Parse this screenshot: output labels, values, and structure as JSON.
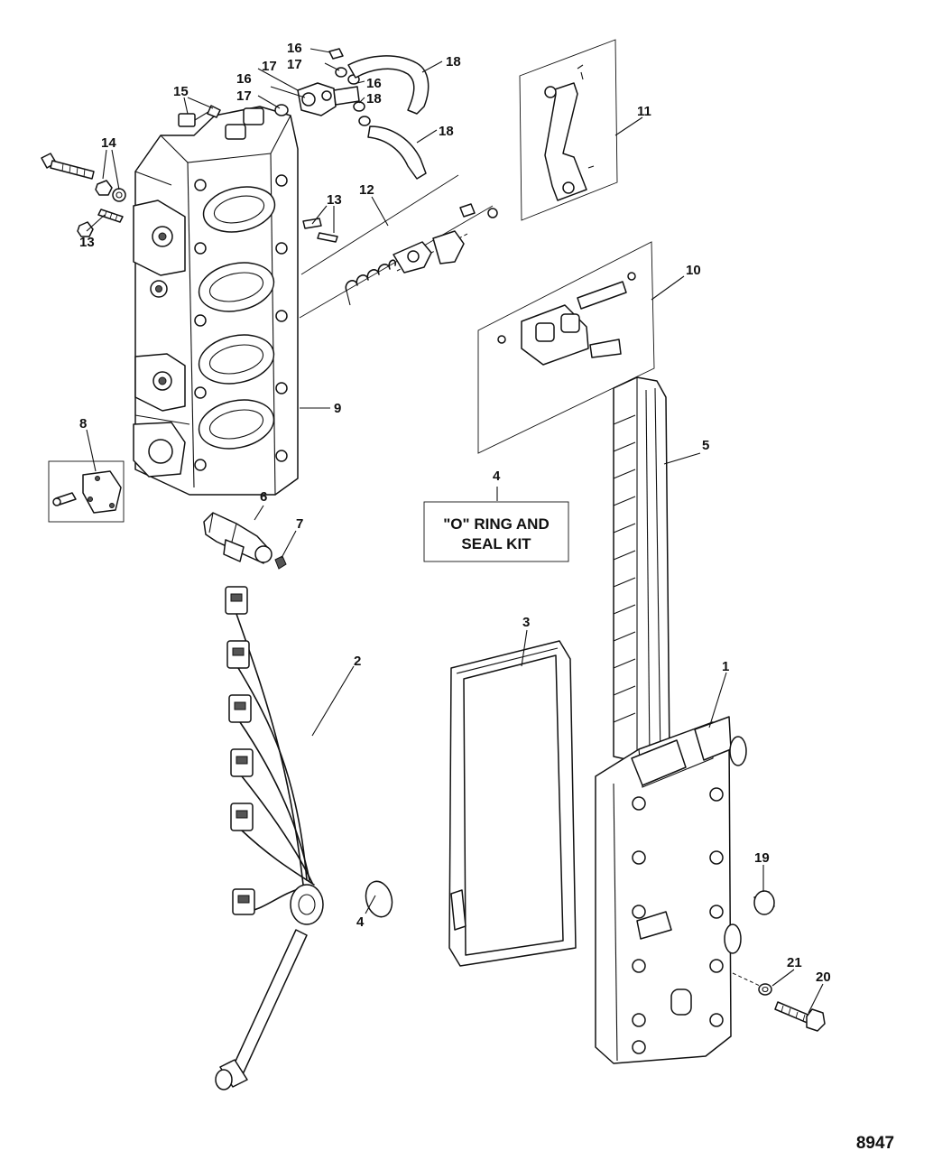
{
  "callouts": {
    "c1": "1",
    "c2": "2",
    "c3": "3",
    "c4a": "4",
    "c4b": "4",
    "c5": "5",
    "c6": "6",
    "c7": "7",
    "c8": "8",
    "c9": "9",
    "c10": "10",
    "c11": "11",
    "c12": "12",
    "c13a": "13",
    "c13b": "13",
    "c14": "14",
    "c15": "15",
    "c16a": "16",
    "c16b": "16",
    "c16c": "16",
    "c17a": "17",
    "c17b": "17",
    "c17c": "17",
    "c18a": "18",
    "c18b": "18",
    "c18c": "18",
    "c19": "19",
    "c20": "20",
    "c21": "21"
  },
  "kit_label": {
    "line1": "\"O\" RING AND",
    "line2": "SEAL KIT"
  },
  "figure_number": "8947"
}
